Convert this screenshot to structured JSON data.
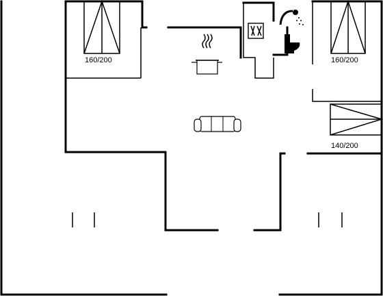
{
  "floorplan": {
    "beds": [
      {
        "id": "bed-top-left",
        "size_label": "160/200"
      },
      {
        "id": "bed-top-right",
        "size_label": "160/200"
      },
      {
        "id": "bed-right-mid",
        "size_label": "140/200"
      }
    ],
    "icons": {
      "kitchen": "stove-pot-icon",
      "sofa": "sofa-icon",
      "dishwasher": "dishwasher-icon",
      "shower": "shower-icon",
      "toilet": "toilet-icon"
    },
    "colors": {
      "wall": "#000000",
      "background": "#ffffff"
    }
  }
}
